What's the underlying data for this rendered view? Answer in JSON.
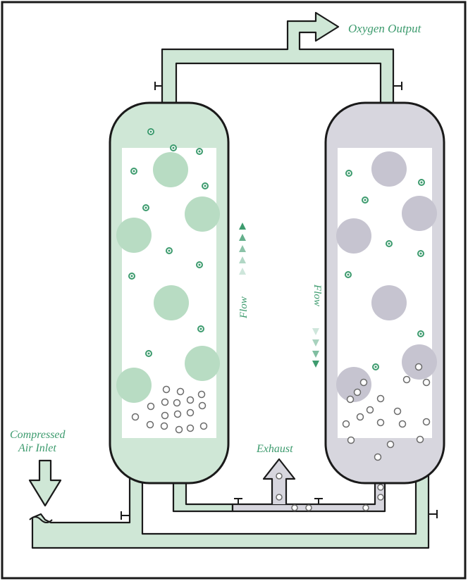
{
  "labels": {
    "oxygen_output": "Oxygen Output",
    "compressed_air_line1": "Compressed",
    "compressed_air_line2": "Air Inlet",
    "exhaust": "Exhaust",
    "flow_left": "Flow",
    "flow_right": "Flow"
  },
  "colors": {
    "frame": "#1a1a1a",
    "green_fill": "#cfe7d6",
    "green_bead": "#b8dcc3",
    "gray_fill": "#d7d6de",
    "gray_bead": "#c6c4d0",
    "label_green": "#3d9b6e",
    "oxygen_dot": "#3d9b6e",
    "nitrogen_dot": "#6b6b6b"
  },
  "icons": {
    "oxygen_molecule": "green-ring-dot",
    "nitrogen_molecule": "gray-ring-dot",
    "flow_arrow_up": "green-triangle-up",
    "flow_arrow_down": "green-triangle-down"
  }
}
